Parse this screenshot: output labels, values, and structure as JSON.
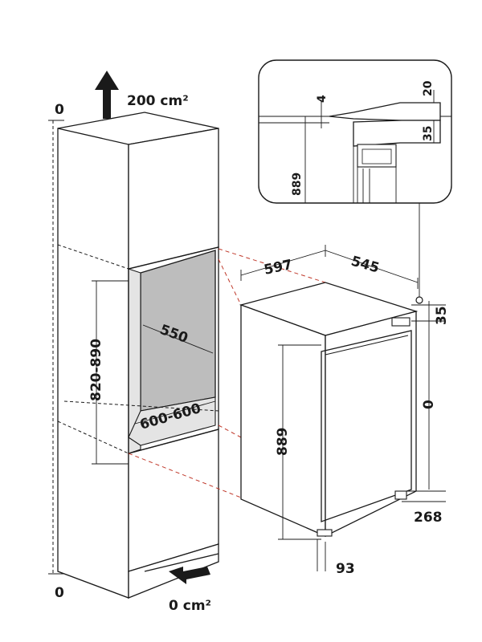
{
  "labels": {
    "vent_top_area": "200 cm²",
    "vent_bottom_area": "0 cm²",
    "gap_top": "0",
    "gap_bottom": "0",
    "niche_height": "820-890",
    "niche_width": "550",
    "niche_depth": "600-600",
    "appliance_width": "597",
    "appliance_depth": "545",
    "appliance_height": "889",
    "top_gap": "35",
    "side_gap": "0",
    "plinth_height": "268",
    "door_offset": "93",
    "detail_gap_4": "4",
    "detail_top_20": "20",
    "detail_gap_35": "35",
    "detail_height_889": "889"
  }
}
